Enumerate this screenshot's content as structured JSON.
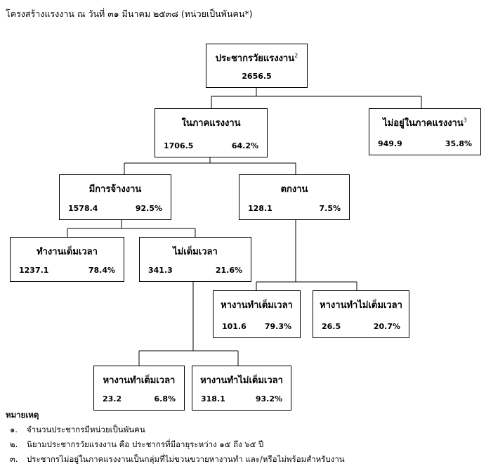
{
  "title": "โครงสร้างแรงงาน ณ วันที่ ๓๑ มีนาคม ๒๕๓๘ (หน่วยเป็นพันคน*)",
  "nodes": {
    "population": {
      "label": "ประชากรวัยแรงงาน",
      "sup": "2",
      "value": "2656.5"
    },
    "in_labor": {
      "label": "ในภาคแรงงาน",
      "value": "1706.5",
      "percent": "64.2%"
    },
    "not_labor": {
      "label": "ไม่อยู่ในภาคแรงงาน",
      "sup": "3",
      "value": "949.9",
      "percent": "35.8%"
    },
    "employed": {
      "label": "มีการจ้างงาน",
      "value": "1578.4",
      "percent": "92.5%"
    },
    "unemployed": {
      "label": "ตกงาน",
      "value": "128.1",
      "percent": "7.5%"
    },
    "full_time": {
      "label": "ทำงานเต็มเวลา",
      "value": "1237.1",
      "percent": "78.4%"
    },
    "part_time": {
      "label": "ไม่เต็มเวลา",
      "value": "341.3",
      "percent": "21.6%"
    },
    "unemp_seek_full": {
      "label": "หางานทำเต็มเวลา",
      "value": "101.6",
      "percent": "79.3%"
    },
    "unemp_seek_part": {
      "label": "หางานทำไม่เต็มเวลา",
      "value": "26.5",
      "percent": "20.7%"
    },
    "pt_seek_full": {
      "label": "หางานทำเต็มเวลา",
      "value": "23.2",
      "percent": "6.8%"
    },
    "pt_seek_part": {
      "label": "หางานทำไม่เต็มเวลา",
      "value": "318.1",
      "percent": "93.2%"
    }
  },
  "notes": {
    "heading": "หมายเหตุ",
    "items": [
      {
        "num": "๑.",
        "text": "จำนวนประชากรมีหน่วยเป็นพันคน"
      },
      {
        "num": "๒.",
        "text": "นิยามประชากรวัยแรงงาน คือ ประชากรที่มีอายุระหว่าง ๑๕ ถึง ๖๕ ปี"
      },
      {
        "num": "๓.",
        "text": "ประชากรไม่อยู่ในภาคแรงงานเป็นกลุ่มที่ไม่ขวนขวายหางานทำ และ/หรือไม่พร้อมสำหรับงาน"
      }
    ]
  }
}
